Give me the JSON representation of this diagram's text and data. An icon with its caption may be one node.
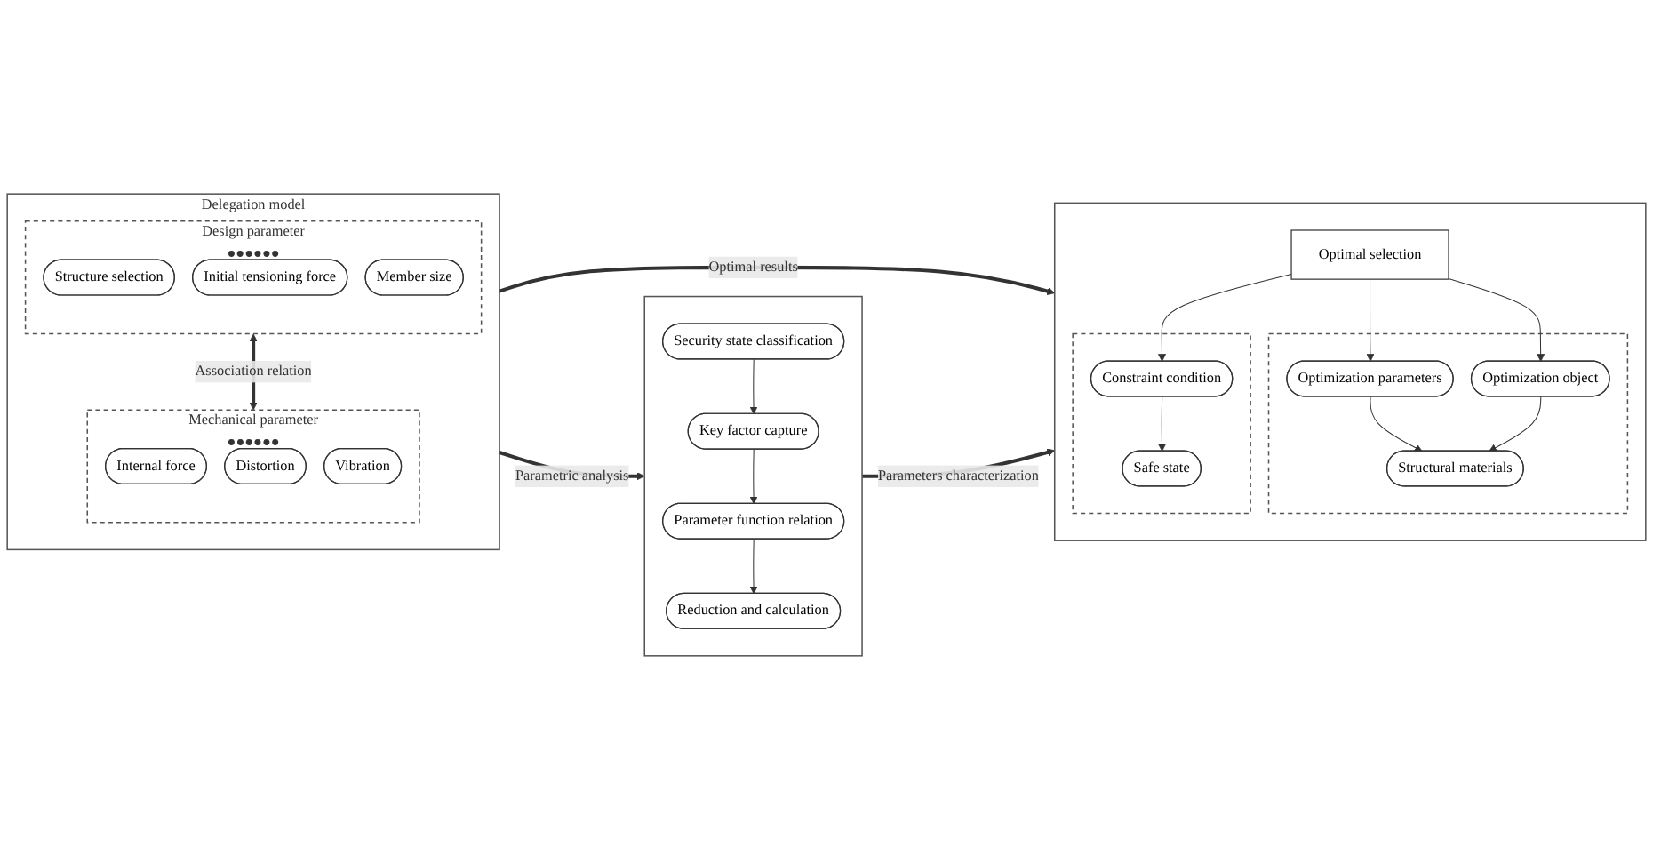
{
  "diagram": {
    "nodes": [
      {
        "text": [
          "Delegation model"
        ]
      },
      {
        "text": [
          "Design parameter",
          "●●●●●●"
        ],
        "in": 0
      },
      {
        "text": [
          "Structure selection"
        ],
        "in": 1
      },
      {
        "text": [
          "Initial tensioning force"
        ],
        "in": 1
      },
      {
        "text": [
          "Member size"
        ],
        "in": 1
      },
      {
        "text": [
          "Mechanical parameter",
          "●●●●●●"
        ],
        "in": 0
      },
      {
        "text": [
          "Internal force"
        ],
        "in": 5
      },
      {
        "text": [
          "Distortion"
        ],
        "in": 5
      },
      {
        "text": [
          "Vibration"
        ],
        "in": 5
      },
      {
        "text": [],
        "shape": "box"
      },
      {
        "text": [
          "Security state classification"
        ],
        "in": 9
      },
      {
        "text": [
          "Key factor capture"
        ],
        "in": 9
      },
      {
        "text": [
          "Parameter function relation"
        ],
        "in": 9
      },
      {
        "text": [
          "Reduction and calculation"
        ],
        "in": 9
      },
      {
        "text": [],
        "shape": "box"
      },
      {
        "text": [],
        "shape": "box",
        "in": 14
      },
      {
        "text": [
          "Optimal selection"
        ],
        "in": 14
      },
      {
        "text": [],
        "shape": "box",
        "in": 14
      },
      {
        "text": [
          "Optimization parameters"
        ],
        "in": 15
      },
      {
        "text": [
          "Structural materials"
        ],
        "in": 15
      },
      {
        "text": [
          "Optimization object"
        ],
        "in": 15
      },
      {
        "text": [
          "Constraint condition"
        ],
        "in": 17
      },
      {
        "text": [
          "Safe state"
        ],
        "in": 17
      }
    ],
    "edges": [
      {
        "from": 1,
        "to": 5,
        "arrow": "both",
        "label": "Association relation",
        "style": "thick"
      },
      {
        "from": 0,
        "to": 9,
        "arrow": "to",
        "label": "Parametric analysis",
        "style": "thick"
      },
      {
        "from": 10,
        "to": 11,
        "arrow": "to"
      },
      {
        "from": 11,
        "to": 12,
        "arrow": "to"
      },
      {
        "from": 12,
        "to": 13,
        "arrow": "to"
      },
      {
        "from": 0,
        "to": 14,
        "arrow": "to",
        "label": "Optimal results",
        "style": "thick"
      },
      {
        "from": 9,
        "to": 14,
        "arrow": "to",
        "label": "Parameters characterization",
        "style": "thick"
      },
      {
        "from": 16,
        "to": 18,
        "arrow": "to"
      },
      {
        "from": 16,
        "to": 20,
        "arrow": "to"
      },
      {
        "from": 18,
        "to": 19,
        "arrow": "to"
      },
      {
        "from": 20,
        "to": 19,
        "arrow": "to"
      },
      {
        "from": 16,
        "to": 21,
        "arrow": "to"
      },
      {
        "from": 21,
        "to": 22,
        "arrow": "to"
      }
    ]
  }
}
